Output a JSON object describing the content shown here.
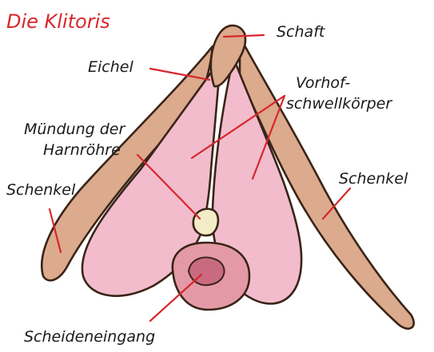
{
  "title": "Die Klitoris",
  "labels": {
    "schaft": "Schaft",
    "eichel": "Eichel",
    "vorhof_line1": "Vorhof-",
    "vorhof_line2": "schwellkörper",
    "muendung_line1": "Mündung der",
    "muendung_line2": "Harnröhre",
    "schenkel_left": "Schenkel",
    "schenkel_right": "Schenkel",
    "scheideneingang": "Scheideneingang"
  },
  "colors": {
    "title": "#d8262b",
    "leader": "#d8262b",
    "bulb_fill": "#f2bccd",
    "crus_fill": "#dcaa8c",
    "outline": "#3a2418",
    "entrance_fill": "#e49aa6",
    "urethra_fill": "#f3ecc6"
  }
}
